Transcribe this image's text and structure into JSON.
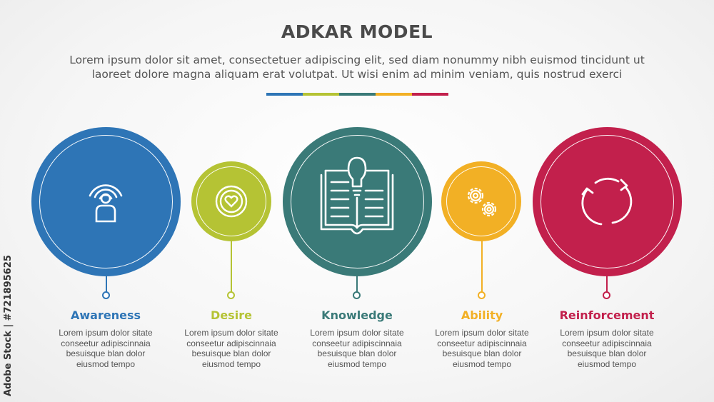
{
  "header": {
    "title": "ADKAR MODEL",
    "subtitle": "Lorem ipsum dolor sit amet, consectetuer adipiscing elit, sed diam nonummy nibh euismod tincidunt ut laoreet dolore magna aliquam erat volutpat. Ut wisi enim ad minim veniam, quis nostrud exerci"
  },
  "divider_colors": [
    "#2e75b6",
    "#b5c334",
    "#3a7a78",
    "#f2b025",
    "#c2204c"
  ],
  "stages": [
    {
      "label": "Awareness",
      "color": "#2e75b6",
      "icon": "person-broadcast-icon",
      "desc": [
        "Lorem ipsum dolor sitate",
        "conseetur adipiscinnaia",
        "besuisque blan dolor",
        "eiusmod tempo"
      ]
    },
    {
      "label": "Desire",
      "color": "#b5c334",
      "icon": "heart-icon",
      "desc": [
        "Lorem ipsum dolor sitate",
        "conseetur adipiscinnaia",
        "besuisque blan dolor",
        "eiusmod tempo"
      ]
    },
    {
      "label": "Knowledge",
      "color": "#3a7a78",
      "icon": "open-book-bulb-icon",
      "desc": [
        "Lorem ipsum dolor sitate",
        "conseetur adipiscinnaia",
        "besuisque blan dolor",
        "eiusmod tempo"
      ]
    },
    {
      "label": "Ability",
      "color": "#f2b025",
      "icon": "gears-icon",
      "desc": [
        "Lorem ipsum dolor sitate",
        "conseetur adipiscinnaia",
        "besuisque blan dolor",
        "eiusmod tempo"
      ]
    },
    {
      "label": "Reinforcement",
      "color": "#c2204c",
      "icon": "cycle-arrows-icon",
      "desc": [
        "Lorem ipsum dolor sitate",
        "conseetur adipiscinnaia",
        "besuisque blan dolor",
        "eiusmod tempo"
      ]
    }
  ],
  "side_credit": "Adobe Stock | #721895625"
}
